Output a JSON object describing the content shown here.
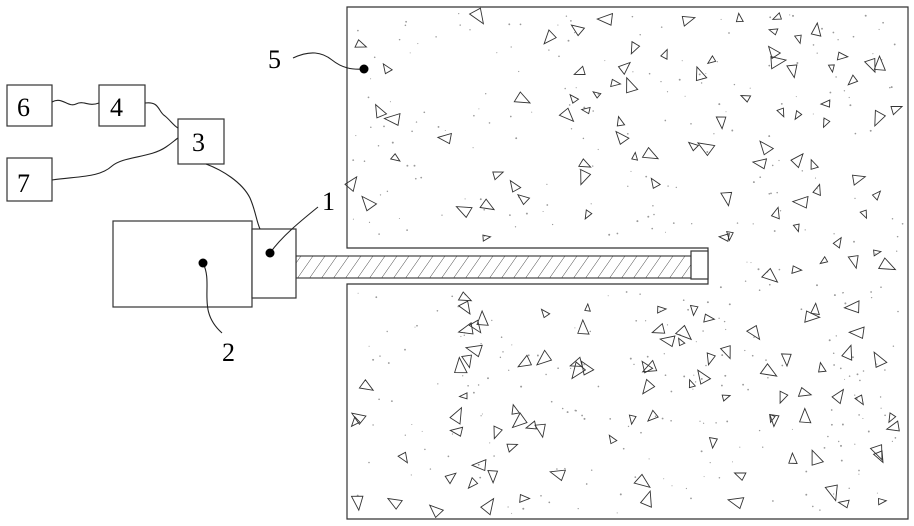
{
  "labels": {
    "rod_assembly": "1",
    "main_unit": "2",
    "controller": "3",
    "device_4": "4",
    "rock_mass": "5",
    "device_6": "6",
    "device_7": "7"
  },
  "colors": {
    "line": "#333333",
    "speckle": "#9a9a9a",
    "background": "#ffffff"
  }
}
